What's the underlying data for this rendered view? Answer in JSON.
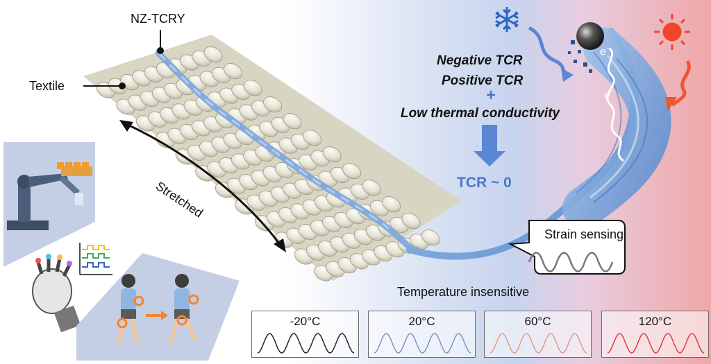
{
  "labels": {
    "nz_tcry": "NZ-TCRY",
    "textile": "Textile",
    "stretched": "Stretched",
    "negative_tcr": "Negative TCR",
    "positive_tcr": "Positive TCR",
    "plus": "+",
    "low_thermal": "Low thermal conductivity",
    "tcr_zero": "TCR ~ 0",
    "strain_sensing": "Strain sensing",
    "temp_insensitive": "Temperature insensitive",
    "electron_1": "e",
    "electron_2": "e",
    "electron_sup": "−"
  },
  "temperature_panels": [
    {
      "label": "-20°C",
      "color": "#222222"
    },
    {
      "label": "20°C",
      "color": "#7d93c9"
    },
    {
      "label": "60°C",
      "color": "#e39a80"
    },
    {
      "label": "120°C",
      "color": "#e23b3b"
    }
  ],
  "colors": {
    "yarn_blue": "#7fa8dc",
    "textile_cream": "#ece9dc",
    "arrow_blue": "#5b86d6",
    "sun_red": "#f0452a",
    "bg_left": "#ffffff",
    "bg_mid": "#c9d6ef",
    "bg_right": "#f2aaaa"
  },
  "icons": [
    "snowflake-icon",
    "sun-icon",
    "robot-arm-icon",
    "glove-icon",
    "person-walking-icon",
    "signal-chart-icon"
  ]
}
